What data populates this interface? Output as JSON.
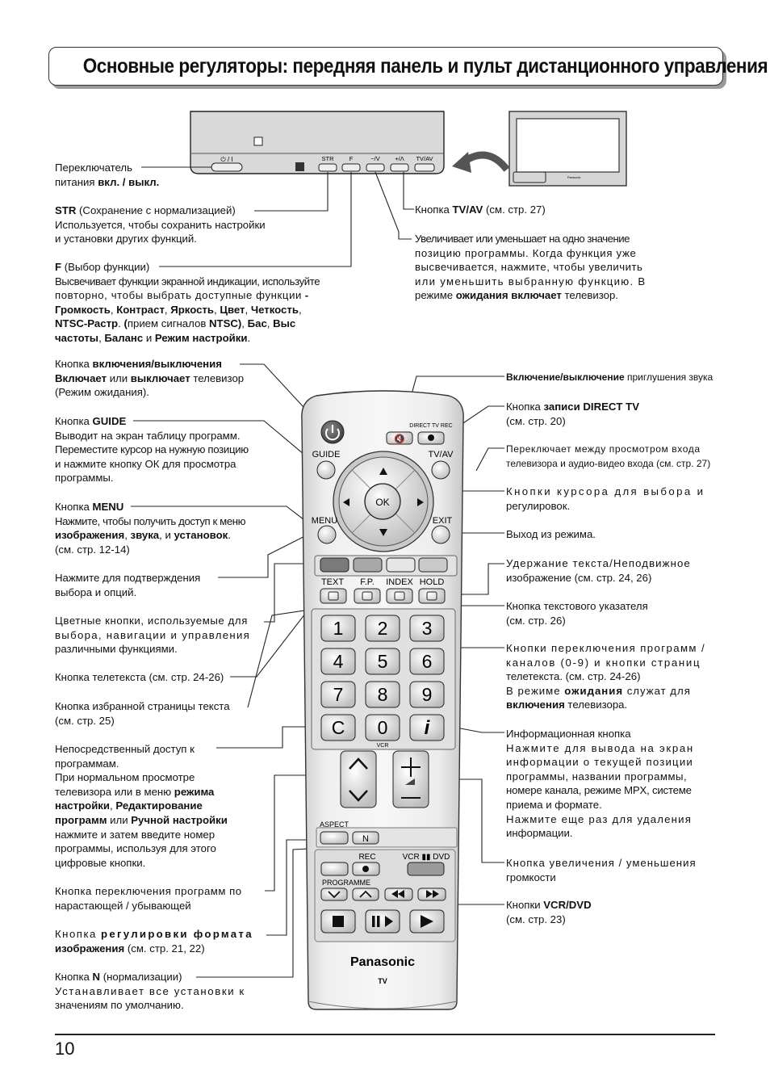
{
  "page": {
    "title": "Основные регуляторы: передняя панель и пульт дистанционного управления",
    "page_number": "10"
  },
  "panel": {
    "power": "⏻ / I",
    "str": "STR",
    "f": "F",
    "down": "−/V",
    "up": "+/Λ",
    "tvav": "TV/AV"
  },
  "tv_small": {
    "brand": "Panasonic"
  },
  "left": {
    "power_switch": {
      "l1": "Переключатель",
      "l2a": "питания ",
      "l2b": "вкл. / выкл."
    },
    "str": {
      "l1a": "STR",
      "l1b": " (Сохранение с нормализацией)",
      "l2": "Используется, чтобы сохранить настройки",
      "l3": "и установки других функций."
    },
    "f": {
      "l1a": "F",
      "l1b": " (Выбор функции)",
      "l2": "Высвечивает функции экранной индикации, используйте",
      "l3": "повторно, чтобы выбрать доступные функции",
      "l3b": " -",
      "l4a": "Громкость",
      "l4b": ", ",
      "l4c": "Контраст",
      "l4d": ", ",
      "l4e": "Яркость",
      "l4f": ", ",
      "l4g": "Цвет",
      "l4h": ", ",
      "l4i": "Четкость",
      "l4j": ",",
      "l5a": "NTSC-Растр",
      "l5b": ". ",
      "l5c": "(",
      "l5d": "прием сигналов ",
      "l5e": "NTSC)",
      "l5f": ", ",
      "l5g": "Бас",
      "l5h": ", ",
      "l5i": "Выс",
      "l6a": "частоты",
      "l6b": ", ",
      "l6c": "Баланс",
      "l6d": " и ",
      "l6e": "Режим настройки",
      "l6f": "."
    },
    "onoff": {
      "l1a": "Кнопка ",
      "l1b": "включения/выключения",
      "l2a": "Включает",
      "l2b": " или ",
      "l2c": "выключает",
      "l2d": " телевизор",
      "l3": "(Режим ожидания)."
    },
    "guide": {
      "l1a": "Кнопка ",
      "l1b": "GUIDE",
      "l2": "Выводит на экран таблицу программ.",
      "l3": "Переместите курсор на нужную позицию",
      "l4": "и нажмите кнопку ОК для просмотра",
      "l5": "программы."
    },
    "menu": {
      "l1a": "Кнопка ",
      "l1b": "MENU",
      "l2": "Нажмите, чтобы получить доступ к меню",
      "l3a": "изображения",
      "l3b": ", ",
      "l3c": "звука",
      "l3d": ", и ",
      "l3e": "установок",
      "l3f": ".",
      "l4": "(см. стр. 12-14)"
    },
    "confirm": {
      "l1": "Нажмите для подтверждения",
      "l2": "выбора и опций."
    },
    "color": {
      "l1": "Цветные кнопки, используемые для",
      "l2": "выбора, навигации и управления",
      "l3": "различными функциями."
    },
    "teletext": {
      "l1": "Кнопка телетекста (см. стр. 24-26)"
    },
    "favorite": {
      "l1": "Кнопка избранной страницы текста",
      "l2": "(см. стр. 25)"
    },
    "direct": {
      "l1": "Непосредственный доступ к",
      "l2": "программам.",
      "l3": "При нормальном просмотре",
      "l4a": "телевизора или в меню ",
      "l4b": "режима",
      "l5a": "настройки",
      "l5b": ", ",
      "l5c": "Редактирование",
      "l6a": "программ",
      "l6b": " или ",
      "l6c": "Ручной настройки",
      "l7": "нажмите и затем введите номер",
      "l8": "программы, используя для этого",
      "l9": "цифровые кнопки."
    },
    "progswitch": {
      "l1": "Кнопка переключения программ по",
      "l2": "нарастающей / убывающей"
    },
    "aspect": {
      "l1a": "Кнопка ",
      "l1b": "регулировки формата",
      "l2a": "изображения",
      "l2b": " (см. стр. 21, 22)"
    },
    "n": {
      "l1a": "Кнопка ",
      "l1b": "N",
      "l1c": " (нормализации)",
      "l2": "Устанавливает все установки к",
      "l3": "значениям по умолчанию."
    }
  },
  "right": {
    "tvav": {
      "l1a": "Кнопка ",
      "l1b": "TV/AV",
      "l1c": " (см. стр. 27)"
    },
    "updown": {
      "l1": "Увеличивает или уменьшает на одно значение",
      "l2": "позицию программы. Когда функция уже",
      "l3": "высвечивается, нажмите, чтобы увеличить",
      "l4": "или уменьшить выбранную функцию. В",
      "l5a": "режиме ",
      "l5b": "ожидания включает",
      "l5c": " телевизор."
    },
    "mute": {
      "l1a": "Включение/выключение",
      "l1b": " приглушения звука"
    },
    "directrec": {
      "l1a": "Кнопка ",
      "l1b": "записи DIRECT TV",
      "l2": "(см. стр. 20)"
    },
    "switch": {
      "l1": "Переключает между просмотром входа",
      "l2": "телевизора и аудио-видео входа (см. стр. 27)"
    },
    "cursor": {
      "l1": "Кнопки курсора для выбора и",
      "l2": "регулировок."
    },
    "exit": {
      "l1": "Выход из режима."
    },
    "hold": {
      "l1": "Удержание текста/Неподвижное",
      "l2": "изображение (см. стр. 24, 26)"
    },
    "index": {
      "l1": "Кнопка текстового указателя",
      "l2": "(см. стр. 26)"
    },
    "numbers": {
      "l1": "Кнопки переключения программ /",
      "l2": "каналов (0-9) и кнопки страниц",
      "l3": "телетекста. (см. стр. 24-26)",
      "l4a": "В режиме ",
      "l4b": "ожидания",
      "l4c": " служат для",
      "l5a": "включения",
      "l5b": " телевизора."
    },
    "info": {
      "l1": "Информационная кнопка",
      "l2": "Нажмите для вывода на экран",
      "l3": "информации о текущей позиции",
      "l4": "программы, названии программы,",
      "l5": "номере канала, режиме MPX, системе",
      "l6": "приема и формате.",
      "l7": "Нажмите еще раз для удаления",
      "l8": "информации."
    },
    "volume": {
      "l1": "Кнопка увеличения / уменьшения",
      "l2": "громкости"
    },
    "vcrdvd": {
      "l1a": "Кнопки ",
      "l1b": "VCR/DVD",
      "l2": "(см. стр. 23)"
    }
  },
  "remote": {
    "direct_tv_rec": "DIRECT TV REC",
    "guide": "GUIDE",
    "tvav": "TV/AV",
    "ok": "OK",
    "menu": "MENU",
    "exit": "EXIT",
    "text": "TEXT",
    "fp": "F.P.",
    "index": "INDEX",
    "hold": "HOLD",
    "digits": [
      "1",
      "2",
      "3",
      "4",
      "5",
      "6",
      "7",
      "8",
      "9",
      "C",
      "0",
      "i"
    ],
    "vcr_small": "VCR",
    "aspect": "ASPECT",
    "n": "N",
    "rec": "REC",
    "vcr_dvd": "VCR ▮▮ DVD",
    "programme": "PROGRAMME",
    "brand": "Panasonic",
    "tv": "TV"
  }
}
